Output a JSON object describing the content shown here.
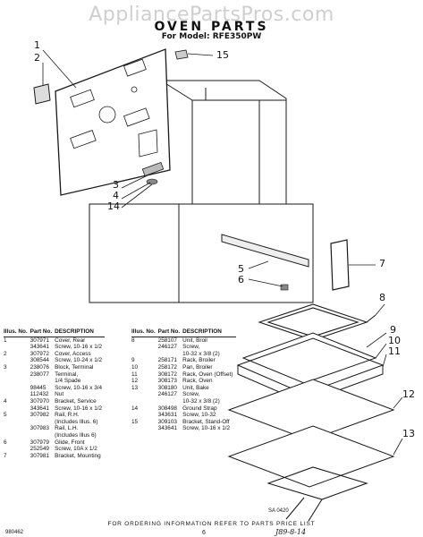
{
  "watermark": "AppliancePartsPros.com",
  "title": "OVEN PARTS",
  "model_line": "For Model: RFE350PW",
  "callouts": [
    "1",
    "2",
    "3",
    "4",
    "14",
    "15",
    "5",
    "6",
    "7",
    "8",
    "9",
    "10",
    "11",
    "12",
    "13"
  ],
  "ref_code": "SA 0420",
  "table_headers": {
    "illus": "Illus. No.",
    "part": "Part No.",
    "description": "DESCRIPTION"
  },
  "left_rows": [
    {
      "illus": "1",
      "part": "307971",
      "desc": "Cover, Rear"
    },
    {
      "illus": "",
      "part": "343641",
      "desc": "Screw, 10-16 x 1/2"
    },
    {
      "illus": "2",
      "part": "307972",
      "desc": "Cover, Access"
    },
    {
      "illus": "",
      "part": "308544",
      "desc": "Screw, 10-24 x 1/2"
    },
    {
      "illus": "3",
      "part": "238076",
      "desc": "Block, Terminal"
    },
    {
      "illus": "",
      "part": "238077",
      "desc": "Terminal,"
    },
    {
      "illus": "",
      "part": "",
      "desc": "1/4 Spade"
    },
    {
      "illus": "",
      "part": "98445",
      "desc": "Screw, 10-16 x 3/4"
    },
    {
      "illus": "",
      "part": "112432",
      "desc": "Nut"
    },
    {
      "illus": "4",
      "part": "307970",
      "desc": "Bracket, Service"
    },
    {
      "illus": "",
      "part": "343641",
      "desc": "Screw, 10-16 x 1/2"
    },
    {
      "illus": "5",
      "part": "307982",
      "desc": "Rail, R.H."
    },
    {
      "illus": "",
      "part": "",
      "desc": "(Includes Illus. 6)"
    },
    {
      "illus": "",
      "part": "307983",
      "desc": "Rail, L.H."
    },
    {
      "illus": "",
      "part": "",
      "desc": "(Includes Illus 6)"
    },
    {
      "illus": "6",
      "part": "307979",
      "desc": "Glide, Front"
    },
    {
      "illus": "",
      "part": "252549",
      "desc": "Screw, 10A x 1/2"
    },
    {
      "illus": "7",
      "part": "307981",
      "desc": "Bracket, Mounting"
    }
  ],
  "right_rows": [
    {
      "illus": "8",
      "part": "258107",
      "desc": "Unit, Broil"
    },
    {
      "illus": "",
      "part": "246127",
      "desc": "Screw,"
    },
    {
      "illus": "",
      "part": "",
      "desc": "10-32 x 3/8 (2)"
    },
    {
      "illus": "9",
      "part": "258171",
      "desc": "Rack, Broiler"
    },
    {
      "illus": "10",
      "part": "258172",
      "desc": "Pan, Broiler"
    },
    {
      "illus": "11",
      "part": "308172",
      "desc": "Rack, Oven (Offset)"
    },
    {
      "illus": "12",
      "part": "308173",
      "desc": "Rack, Oven"
    },
    {
      "illus": "13",
      "part": "308180",
      "desc": "Unit, Bake"
    },
    {
      "illus": "",
      "part": "246127",
      "desc": "Screw,"
    },
    {
      "illus": "",
      "part": "",
      "desc": "10-32 x 3/8 (2)"
    },
    {
      "illus": "14",
      "part": "308498",
      "desc": "Ground Strap"
    },
    {
      "illus": "",
      "part": "343631",
      "desc": "Screw, 10-32"
    },
    {
      "illus": "15",
      "part": "309103",
      "desc": "Bracket, Stand-Off"
    },
    {
      "illus": "",
      "part": "343641",
      "desc": "Screw, 10-16 x 1/2"
    }
  ],
  "order_note": "FOR ORDERING INFORMATION REFER TO PARTS PRICE LIST",
  "form_code": "980462",
  "page_number": "6",
  "handwritten_note": "J89-8-14"
}
